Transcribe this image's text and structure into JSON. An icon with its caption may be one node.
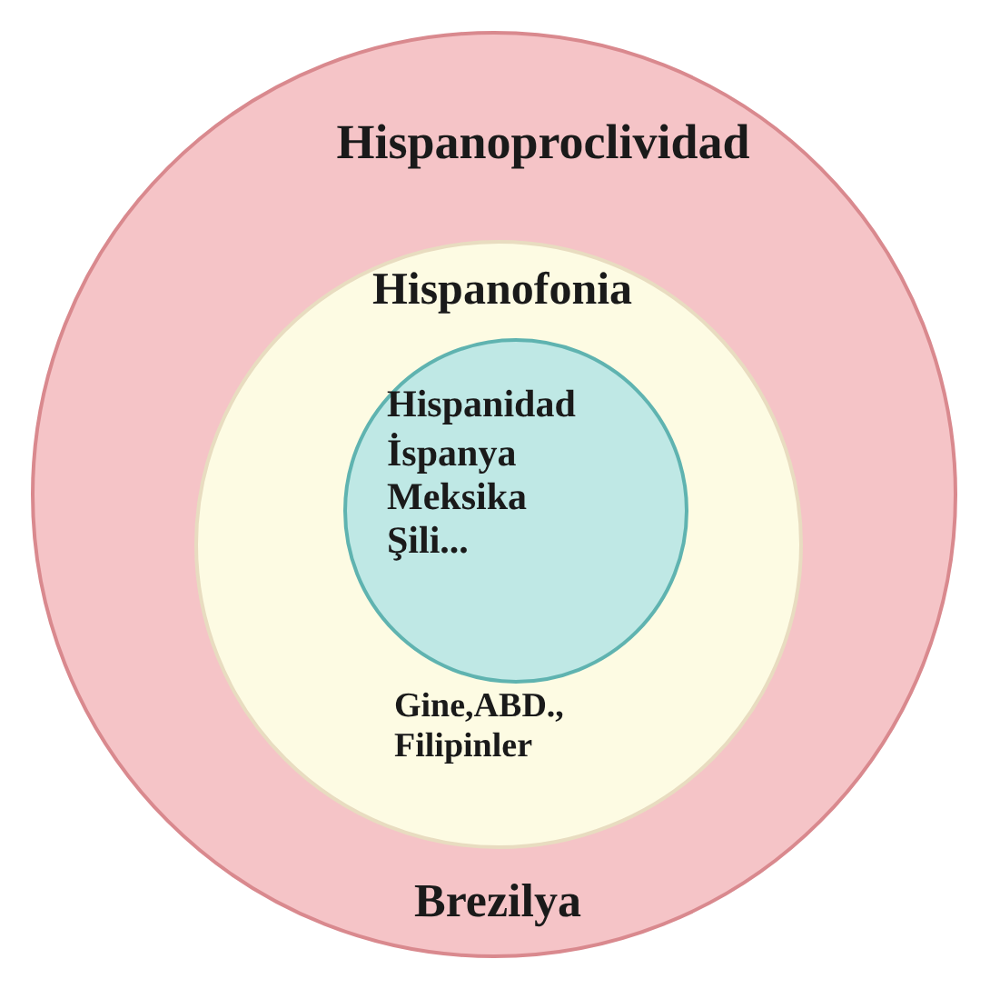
{
  "diagram": {
    "nodes": [
      {
        "text": [
          "Hispanoproclividad",
          "Brezilya"
        ]
      },
      {
        "text": [
          "Hispanofonia",
          "Gine,ABD., Filipinler"
        ],
        "in": 0
      },
      {
        "text": [
          "Hispanidad",
          "İspanya Meksika Şili..."
        ],
        "in": 1
      }
    ]
  }
}
